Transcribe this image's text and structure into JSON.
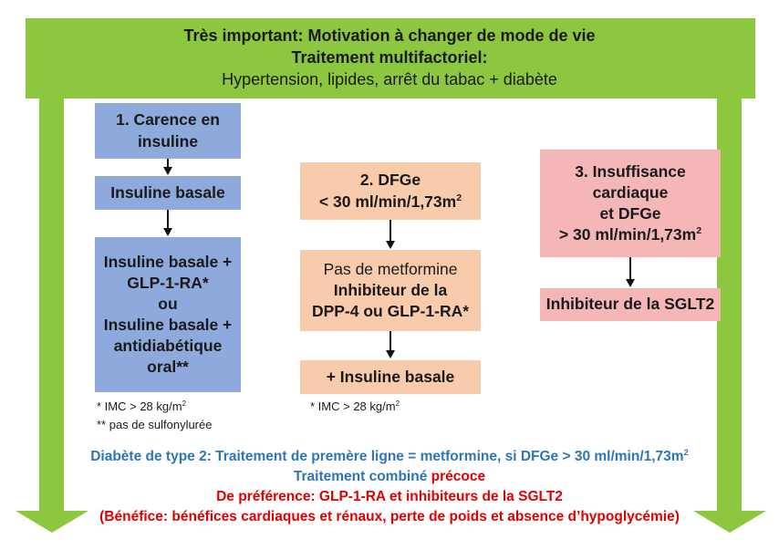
{
  "banner": {
    "line1": "Très important: Motivation à changer de mode de vie",
    "line2": "Traitement multifactoriel:",
    "line3": "Hypertension, lipides, arrêt du tabac + diabète"
  },
  "col1": {
    "title_l1": "1. Carence en",
    "title_l2": "insuline",
    "step2": "Insuline basale",
    "step3_l1": "Insuline basale +",
    "step3_l2": "GLP-1-RA*",
    "step3_l3": "ou",
    "step3_l4": "Insuline basale +",
    "step3_l5": "antidiabétique",
    "step3_l6": "oral**",
    "note1_a": "*   IMC > 28 kg/m",
    "note1_sup": "2",
    "note2": "** pas de sulfonylurée"
  },
  "col2": {
    "title_l1": "2. DFGe",
    "title_l2a": "< 30 ml/min/1,73m",
    "title_l2sup": "2",
    "step2_l1": "Pas de metformine",
    "step2_l2": "Inhibiteur de la",
    "step2_l3": "DPP-4 ou GLP-1-RA*",
    "step3": "+ Insuline basale",
    "note1_a": "* IMC > 28 kg/m",
    "note1_sup": "2"
  },
  "col3": {
    "title_l1": "3. Insuffisance",
    "title_l2": "cardiaque",
    "title_l3": "et DFGe",
    "title_l4a": "> 30 ml/min/1,73m",
    "title_l4sup": "2",
    "step2": "Inhibiteur de la SGLT2"
  },
  "footer": {
    "line1a": "Diabète de type 2: Traitement de premère ligne = metformine, si DFGe > 30 ml/min/1,73m",
    "line1sup": "2",
    "line2a": "Traitement combiné ",
    "line2b": "précoce",
    "line3": "De préférence: GLP-1-RA et inhibiteurs de la SGLT2",
    "line4": "(Bénéfice: bénéfices cardiaques et rénaux, perte de poids et absence d’hypoglycémie)"
  },
  "colors": {
    "green": "#8dc63f",
    "blue_box": "#8ea9db",
    "orange_box": "#f8cbad",
    "pink_box": "#f4b6b6",
    "footer_blue": "#2e75b6",
    "footer_red": "#e00000"
  }
}
